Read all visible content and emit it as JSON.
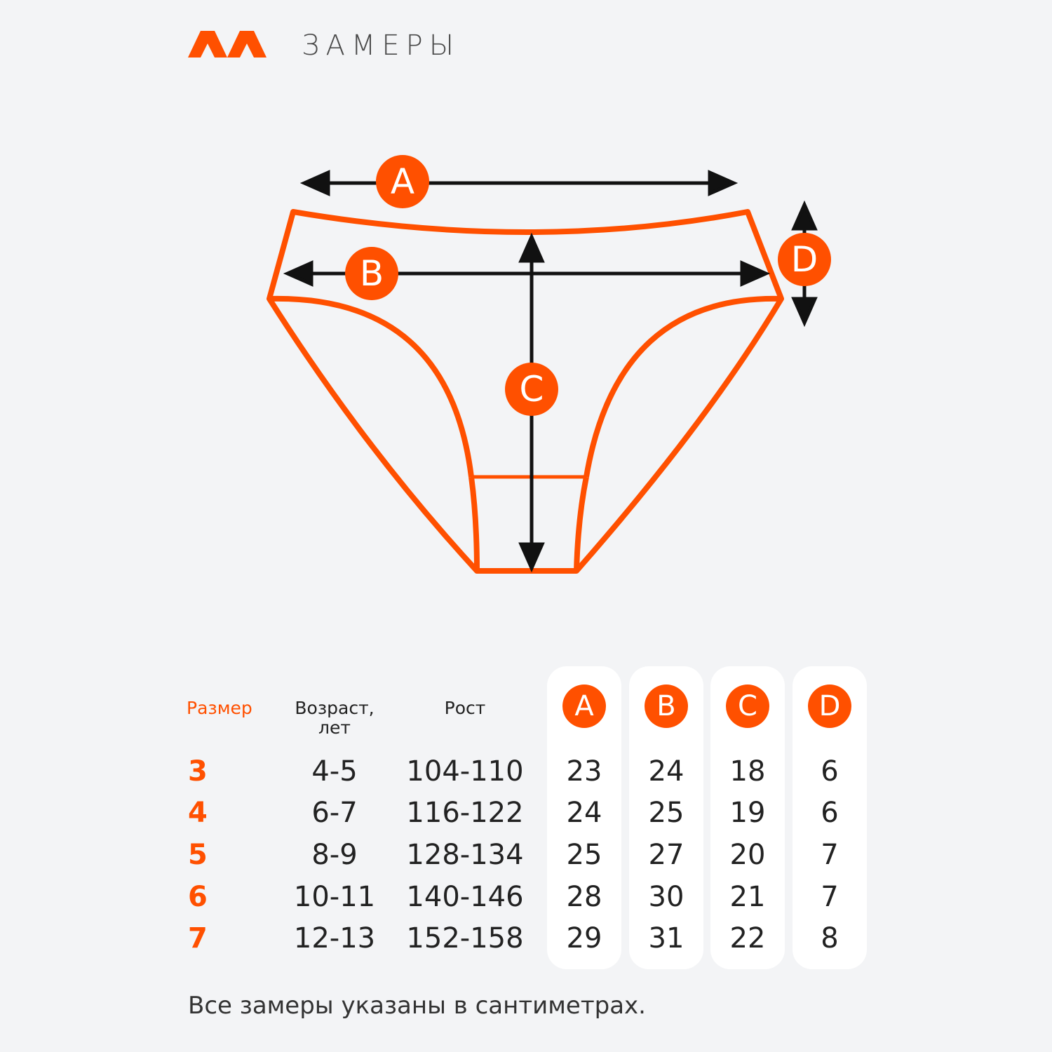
{
  "header": {
    "title": "ЗАМЕРЫ"
  },
  "colors": {
    "accent": "#ff5000",
    "background": "#f3f4f6"
  },
  "diagram": {
    "labels": [
      "A",
      "B",
      "C",
      "D"
    ]
  },
  "table": {
    "headers": {
      "size": "Размер",
      "age_line1": "Возраст,",
      "age_line2": "лет",
      "height": "Рост",
      "a": "A",
      "b": "B",
      "c": "C",
      "d": "D"
    },
    "rows": [
      {
        "size": "3",
        "age": "4-5",
        "height": "104-110",
        "a": "23",
        "b": "24",
        "c": "18",
        "d": "6"
      },
      {
        "size": "4",
        "age": "6-7",
        "height": "116-122",
        "a": "24",
        "b": "25",
        "c": "19",
        "d": "6"
      },
      {
        "size": "5",
        "age": "8-9",
        "height": "128-134",
        "a": "25",
        "b": "27",
        "c": "20",
        "d": "7"
      },
      {
        "size": "6",
        "age": "10-11",
        "height": "140-146",
        "a": "28",
        "b": "30",
        "c": "21",
        "d": "7"
      },
      {
        "size": "7",
        "age": "12-13",
        "height": "152-158",
        "a": "29",
        "b": "31",
        "c": "22",
        "d": "8"
      }
    ]
  },
  "footer": {
    "note": "Все замеры указаны в сантиметрах."
  }
}
